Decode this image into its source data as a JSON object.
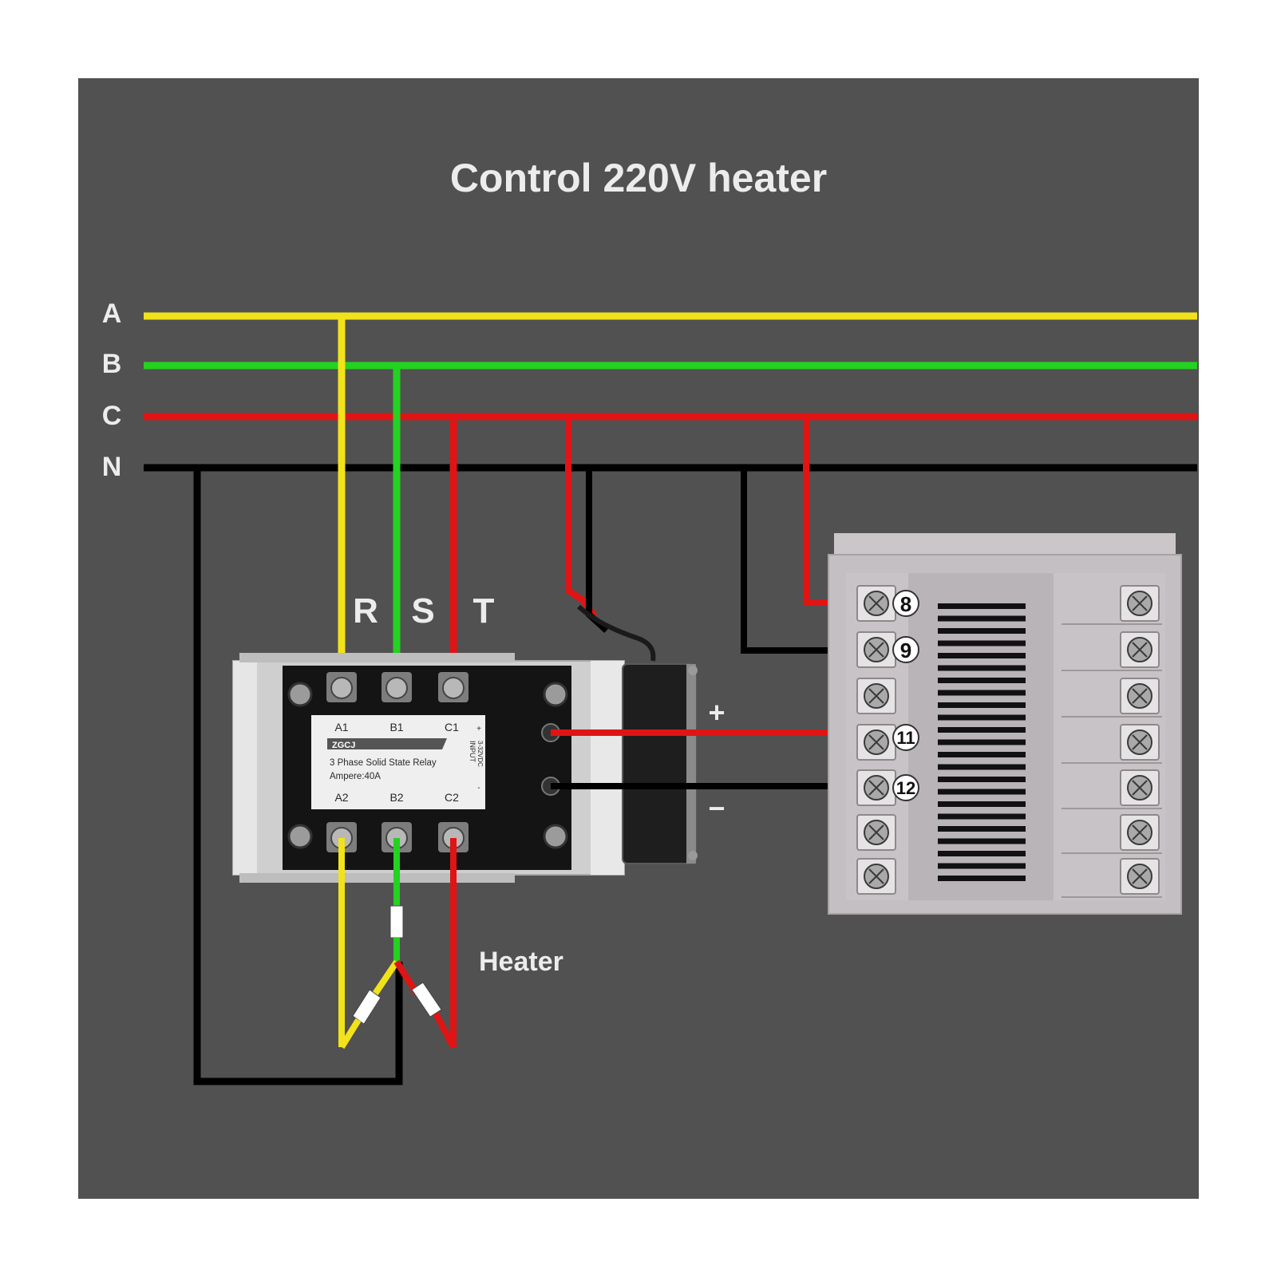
{
  "title": "Control 220V heater",
  "lines": {
    "a": {
      "label": "A",
      "color": "#f2e21a"
    },
    "b": {
      "label": "B",
      "color": "#22d31f"
    },
    "c": {
      "label": "C",
      "color": "#e01414"
    },
    "n": {
      "label": "N",
      "color": "#000000"
    }
  },
  "phase_labels": {
    "r": "R",
    "s": "S",
    "t": "T"
  },
  "relay": {
    "terminals_top": [
      "A1",
      "B1",
      "C1"
    ],
    "terminals_bottom": [
      "A2",
      "B2",
      "C2"
    ],
    "brand": "ZGCJ",
    "product": "3 Phase Solid State Relay",
    "ampere": "Ampere:40A",
    "input_label": "INPUT",
    "input_range": "3-32VDC",
    "plus_small": "+",
    "minus_small": "-"
  },
  "polarity": {
    "plus": "+",
    "minus": "−"
  },
  "heater_label": "Heater",
  "controller": {
    "terminal_numbers": [
      "8",
      "9",
      "11",
      "12"
    ]
  }
}
